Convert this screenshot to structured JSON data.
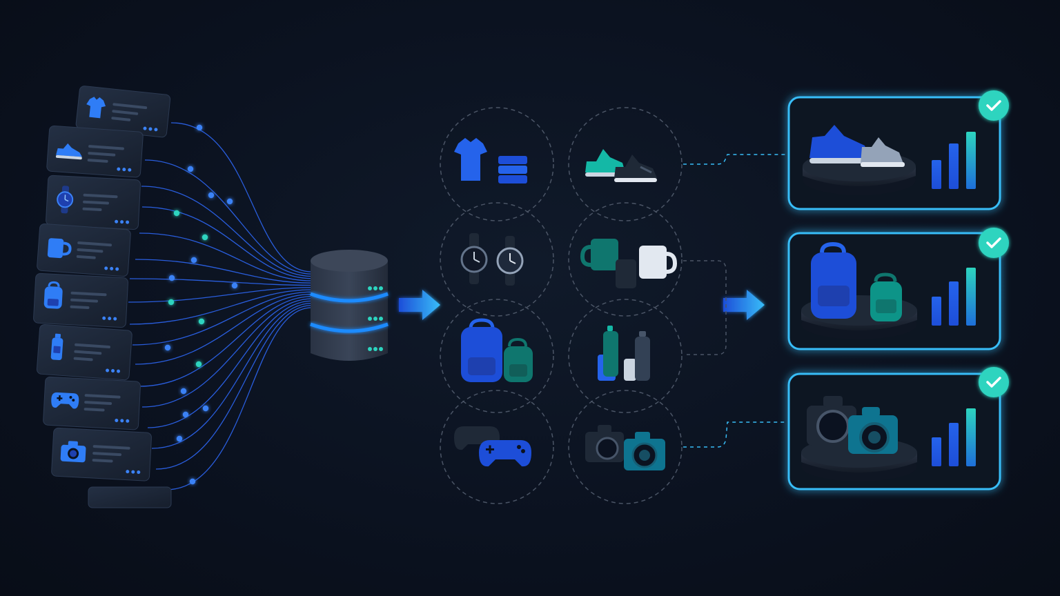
{
  "palette": {
    "background": "#0b1220",
    "card": "#1b2433",
    "card_line": "#3a4a63",
    "flow_line": "#2f6bff",
    "dot_blue": "#3b82f6",
    "dot_teal": "#2dd4bf",
    "cluster_ring": "#4b5566",
    "output_glow": "#38bdf8",
    "check_badge": "#2dd4bf",
    "bar_low": "#1d4ed8",
    "bar_high": "#2dd4bf"
  },
  "input_items": [
    {
      "icon": "tshirt-icon"
    },
    {
      "icon": "sneaker-icon"
    },
    {
      "icon": "watch-icon"
    },
    {
      "icon": "mug-icon"
    },
    {
      "icon": "backpack-icon"
    },
    {
      "icon": "bottle-icon"
    },
    {
      "icon": "gamepad-icon"
    },
    {
      "icon": "camera-icon"
    }
  ],
  "database": {
    "icon": "database-icon"
  },
  "clusters": [
    {
      "icon": "tshirt-stack-icon"
    },
    {
      "icon": "sneakers-icon"
    },
    {
      "icon": "watches-icon"
    },
    {
      "icon": "mugs-icon"
    },
    {
      "icon": "backpacks-icon"
    },
    {
      "icon": "bottles-icon"
    },
    {
      "icon": "gamepads-icon"
    },
    {
      "icon": "cameras-icon"
    }
  ],
  "outputs": [
    {
      "icon": "sneakers-on-pedestal-icon",
      "status": "check-icon",
      "bars": [
        0.5,
        0.8,
        1.0
      ]
    },
    {
      "icon": "backpacks-on-pedestal-icon",
      "status": "check-icon",
      "bars": [
        0.5,
        0.8,
        1.0
      ]
    },
    {
      "icon": "cameras-on-pedestal-icon",
      "status": "check-icon",
      "bars": [
        0.5,
        0.8,
        1.0
      ]
    }
  ]
}
